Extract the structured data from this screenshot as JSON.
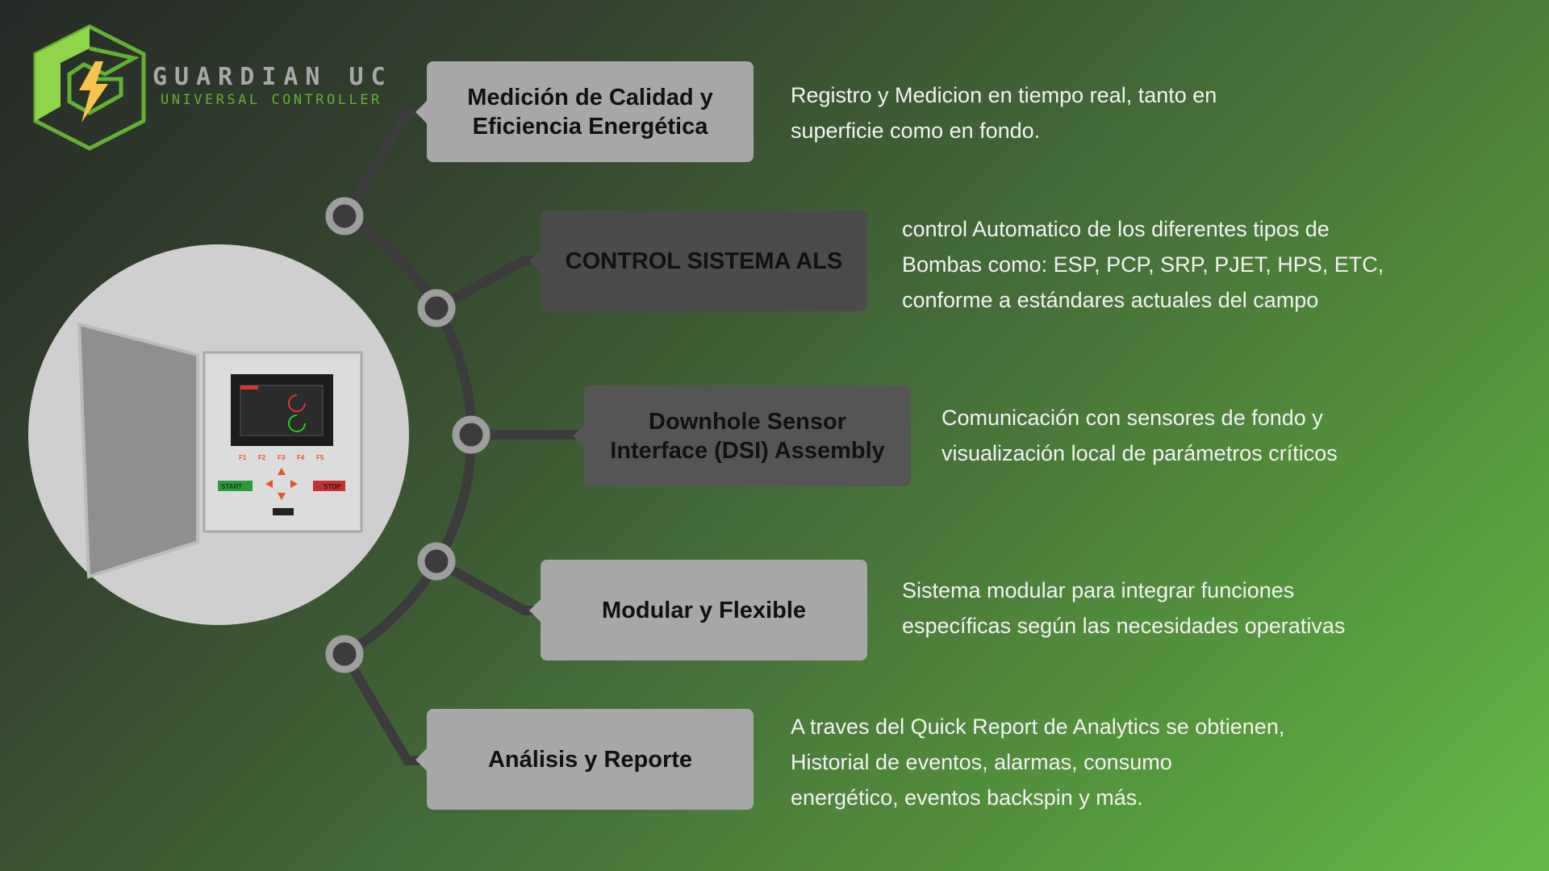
{
  "logo": {
    "title": "GUARDIAN UC",
    "subtitle": "UNIVERSAL CONTROLLER"
  },
  "colors": {
    "accent": "#62b133",
    "box_light": "#a7a7a7",
    "box_dark": "#4b4b4b",
    "line": "#3c3c3c"
  },
  "product_image": {
    "alt": "controller-enclosure-icon",
    "panel_labels": [
      "F1",
      "F2",
      "F3",
      "F4",
      "F5",
      "START",
      "STOP"
    ]
  },
  "features": [
    {
      "title": "Medición de Calidad y Eficiencia Energética",
      "lines": [
        "Registro y Medicion en tiempo real, tanto en",
        "superficie como en fondo."
      ]
    },
    {
      "title": "CONTROL SISTEMA ALS",
      "lines": [
        "control Automatico de los diferentes tipos de",
        "Bombas como: ESP, PCP, SRP, PJET, HPS, ETC,",
        "conforme a estándares actuales del campo"
      ]
    },
    {
      "title": "Downhole Sensor Interface (DSI) Assembly",
      "lines": [
        "Comunicación con sensores de fondo y",
        "visualización local de parámetros críticos"
      ]
    },
    {
      "title": "Modular y Flexible",
      "lines": [
        "Sistema modular para integrar funciones",
        "específicas según las necesidades operativas"
      ]
    },
    {
      "title": "Análisis y Reporte",
      "lines": [
        "A traves del Quick Report de Analytics se obtienen,",
        "Historial de eventos, alarmas, consumo",
        "energético, eventos backspin y más."
      ]
    }
  ]
}
